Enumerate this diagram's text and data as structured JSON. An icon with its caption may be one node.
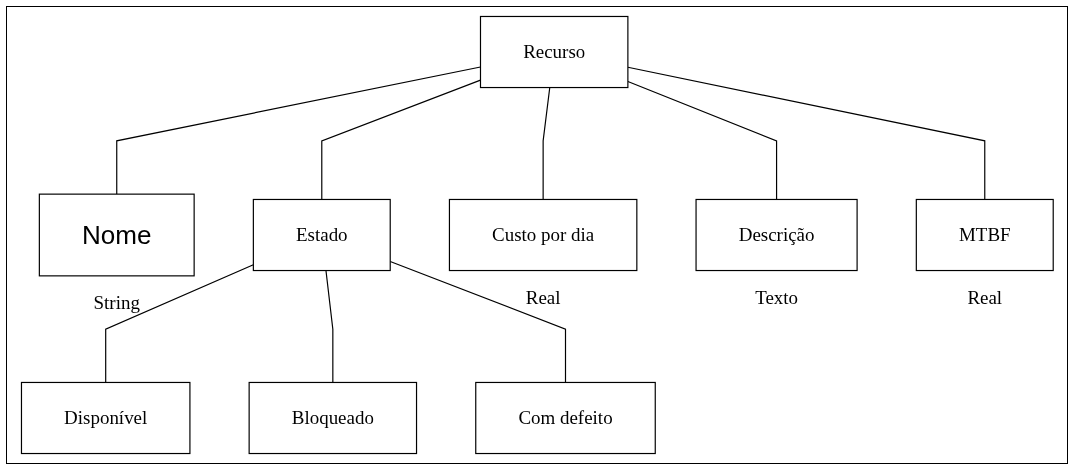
{
  "diagram": {
    "nodes": [
      {
        "text": [
          "Recurso"
        ]
      },
      {
        "text": [
          "Nome"
        ],
        "beside": [
          "String"
        ]
      },
      {
        "text": [
          "Estado"
        ]
      },
      {
        "text": [
          "Custo por dia"
        ],
        "beside": [
          "Real"
        ]
      },
      {
        "text": [
          "Descrição"
        ],
        "beside": [
          "Texto"
        ]
      },
      {
        "text": [
          "MTBF"
        ],
        "beside": [
          "Real"
        ]
      },
      {
        "text": [
          "Disponível"
        ]
      },
      {
        "text": [
          "Bloqueado"
        ]
      },
      {
        "text": [
          "Com defeito"
        ]
      }
    ],
    "edges": [
      {
        "from": 0,
        "to": 1,
        "arrow": "none"
      },
      {
        "from": 0,
        "to": 2,
        "arrow": "none"
      },
      {
        "from": 0,
        "to": 3,
        "arrow": "none"
      },
      {
        "from": 0,
        "to": 4,
        "arrow": "none"
      },
      {
        "from": 0,
        "to": 5,
        "arrow": "none"
      },
      {
        "from": 2,
        "to": 6,
        "arrow": "none"
      },
      {
        "from": 2,
        "to": 7,
        "arrow": "none"
      },
      {
        "from": 2,
        "to": 8,
        "arrow": "none"
      }
    ]
  }
}
